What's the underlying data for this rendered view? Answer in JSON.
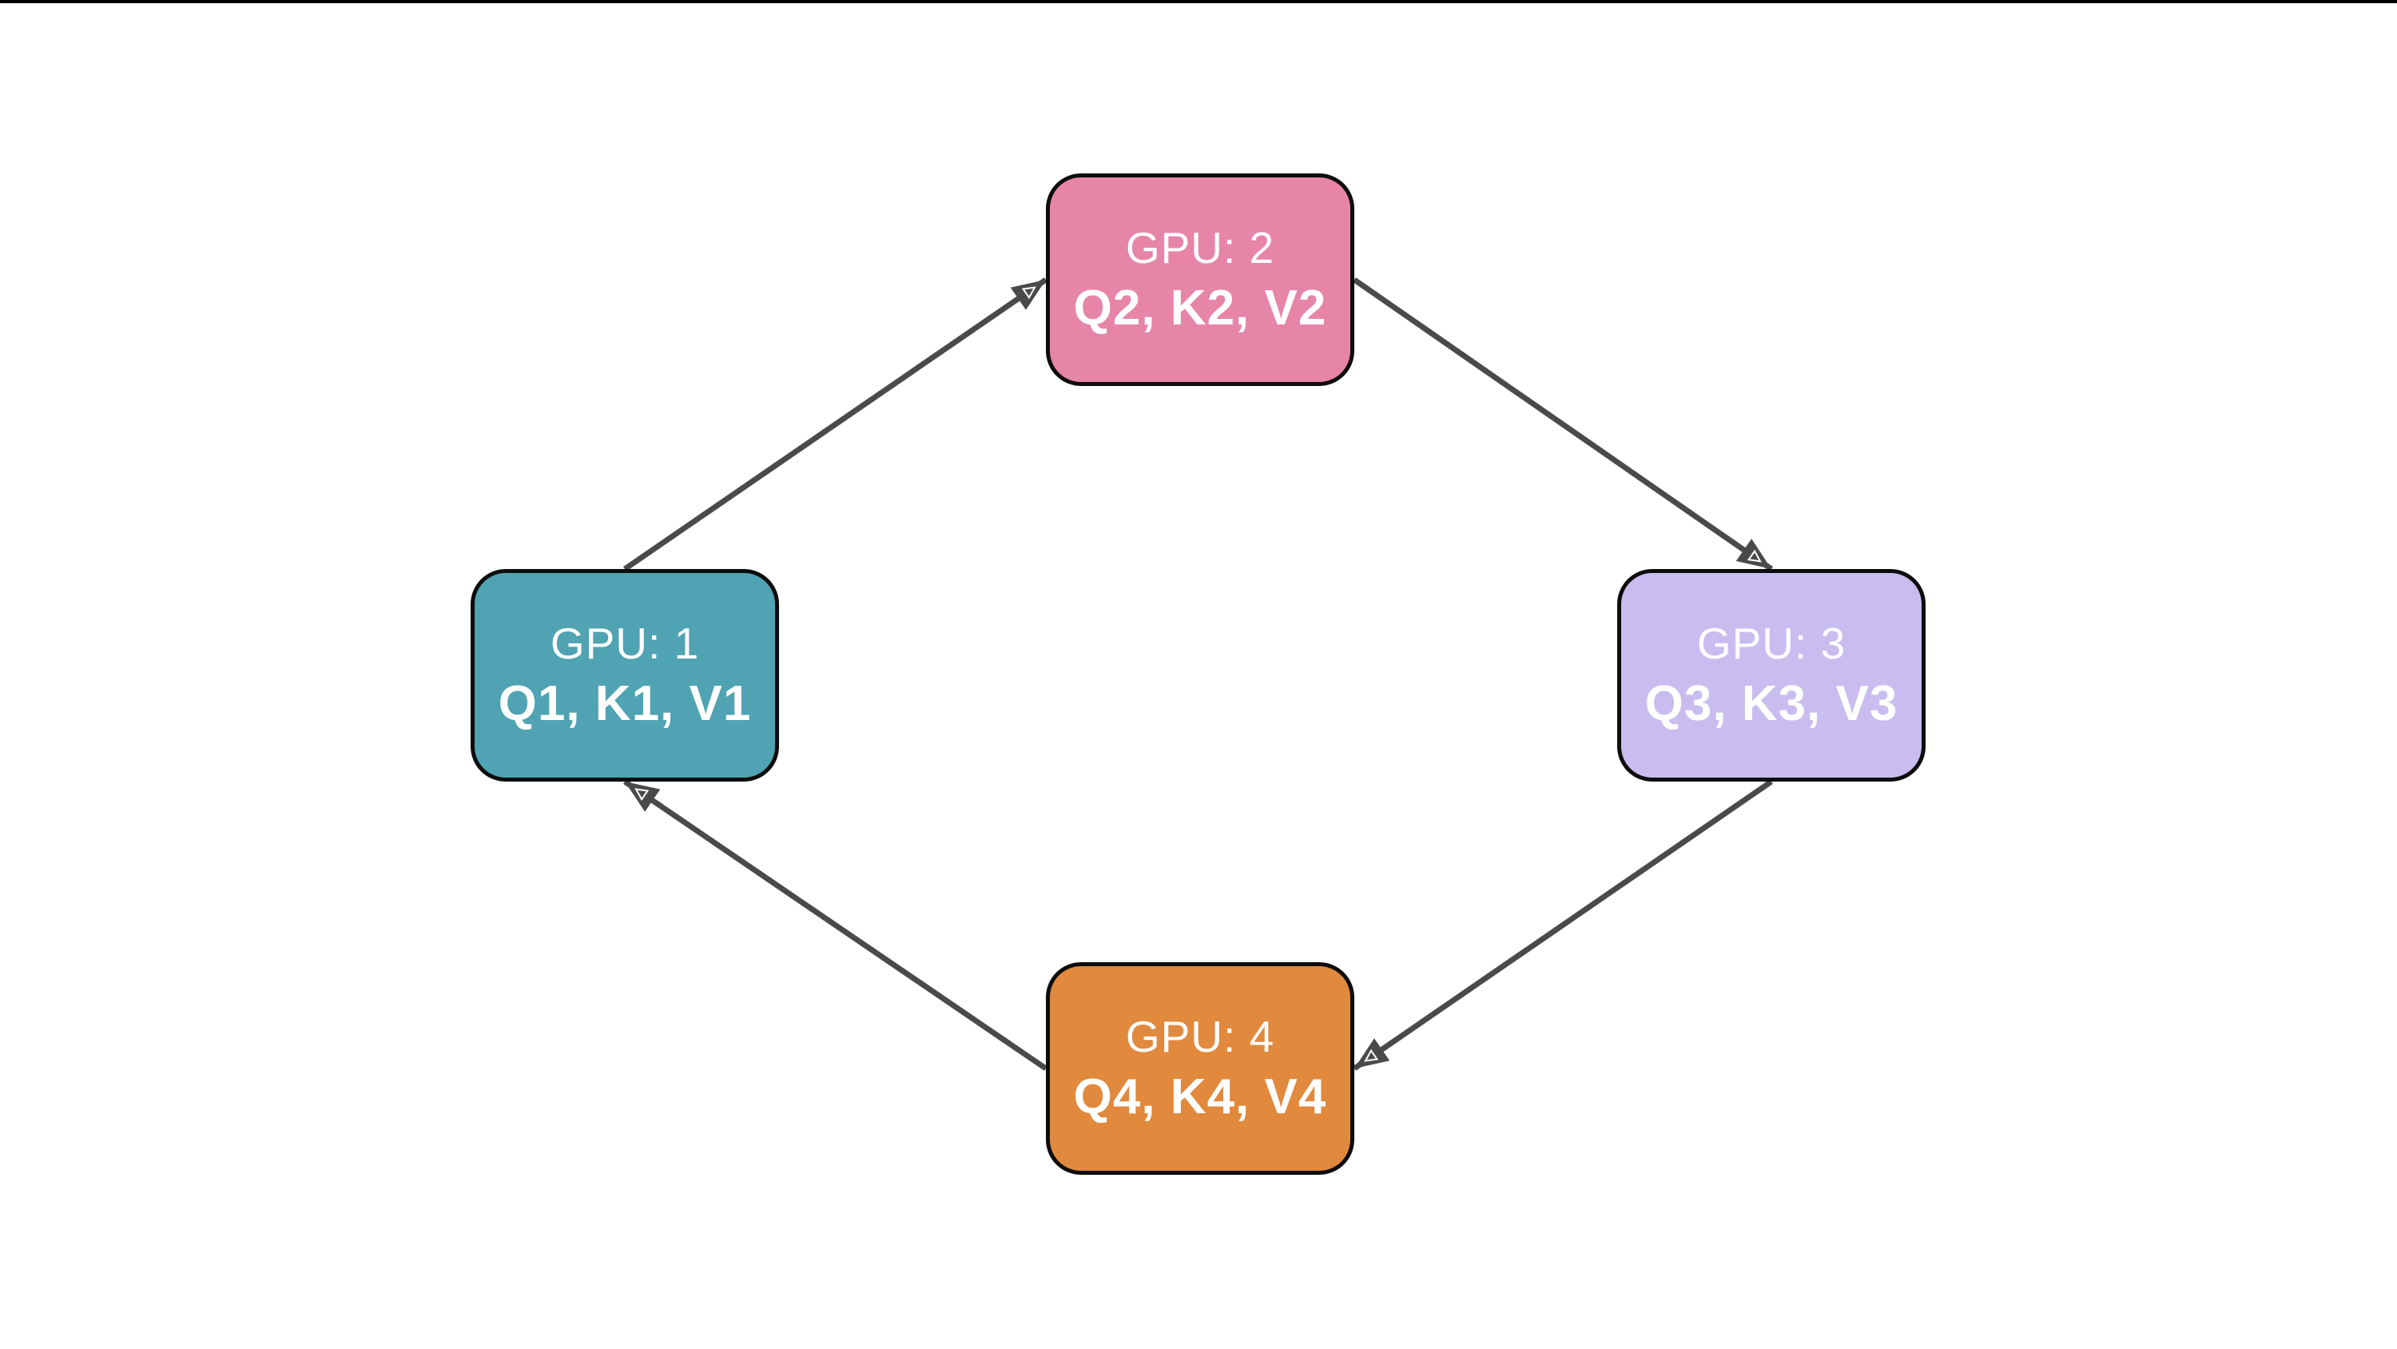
{
  "page": {
    "background": "#FFFFFF",
    "top_bar_color": "#000000"
  },
  "nodes": [
    {
      "id": "gpu-1",
      "title": "GPU: 1",
      "subtitle": "Q1, K1, V1",
      "color": "#4FA3B2",
      "position": "left"
    },
    {
      "id": "gpu-2",
      "title": "GPU: 2",
      "subtitle": "Q2, K2, V2",
      "color": "#E685A7",
      "position": "top"
    },
    {
      "id": "gpu-3",
      "title": "GPU: 3",
      "subtitle": "Q3, K3, V3",
      "color": "#C9BDF0",
      "position": "right"
    },
    {
      "id": "gpu-4",
      "title": "GPU: 4",
      "subtitle": "Q4, K4, V4",
      "color": "#E1893C",
      "position": "bottom"
    }
  ],
  "edges": [
    {
      "from": "gpu-1",
      "to": "gpu-2"
    },
    {
      "from": "gpu-2",
      "to": "gpu-3"
    },
    {
      "from": "gpu-3",
      "to": "gpu-4"
    },
    {
      "from": "gpu-4",
      "to": "gpu-1"
    }
  ],
  "colors": {
    "edge": "#4A4A4A",
    "node_border": "#0D0D0D",
    "node_text": "#FFFFFF",
    "arrowhead_inner": "#FFFFFF"
  }
}
